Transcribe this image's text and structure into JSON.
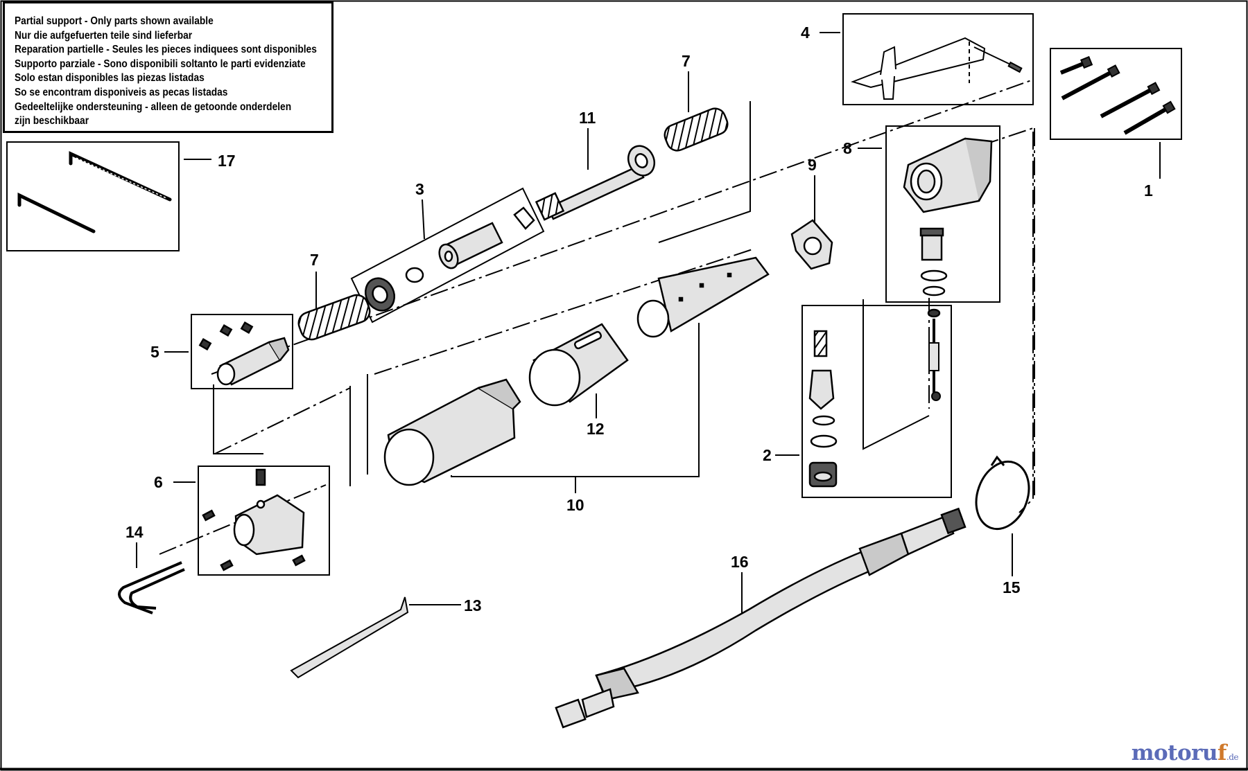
{
  "notice": {
    "lines": [
      "Partial support - Only parts shown available",
      "Nur die aufgefuerten teile sind lieferbar",
      "Reparation partielle - Seules les pieces indiquees sont disponibles",
      "Supporto parziale - Sono disponibili soltanto le parti evidenziate",
      "Solo estan disponibles las piezas listadas",
      "So se encontram disponiveis as pecas listadas",
      "Gedeeltelijke ondersteuning - alleen de getoonde onderdelen",
      "zijn beschikbaar"
    ]
  },
  "callouts": {
    "c1": "1",
    "c2": "2",
    "c3": "3",
    "c4": "4",
    "c5": "5",
    "c6": "6",
    "c7a": "7",
    "c7b": "7",
    "c8": "8",
    "c9": "9",
    "c10": "10",
    "c11": "11",
    "c12": "12",
    "c13": "13",
    "c14": "14",
    "c15": "15",
    "c16": "16",
    "c17": "17"
  },
  "watermark": {
    "part1": "motoru",
    "part2": "f",
    "part3": ".de"
  },
  "colors": {
    "ink": "#000000",
    "paper": "#ffffff",
    "part_fill": "#e3e3e3",
    "part_shade": "#b5b5b5"
  }
}
